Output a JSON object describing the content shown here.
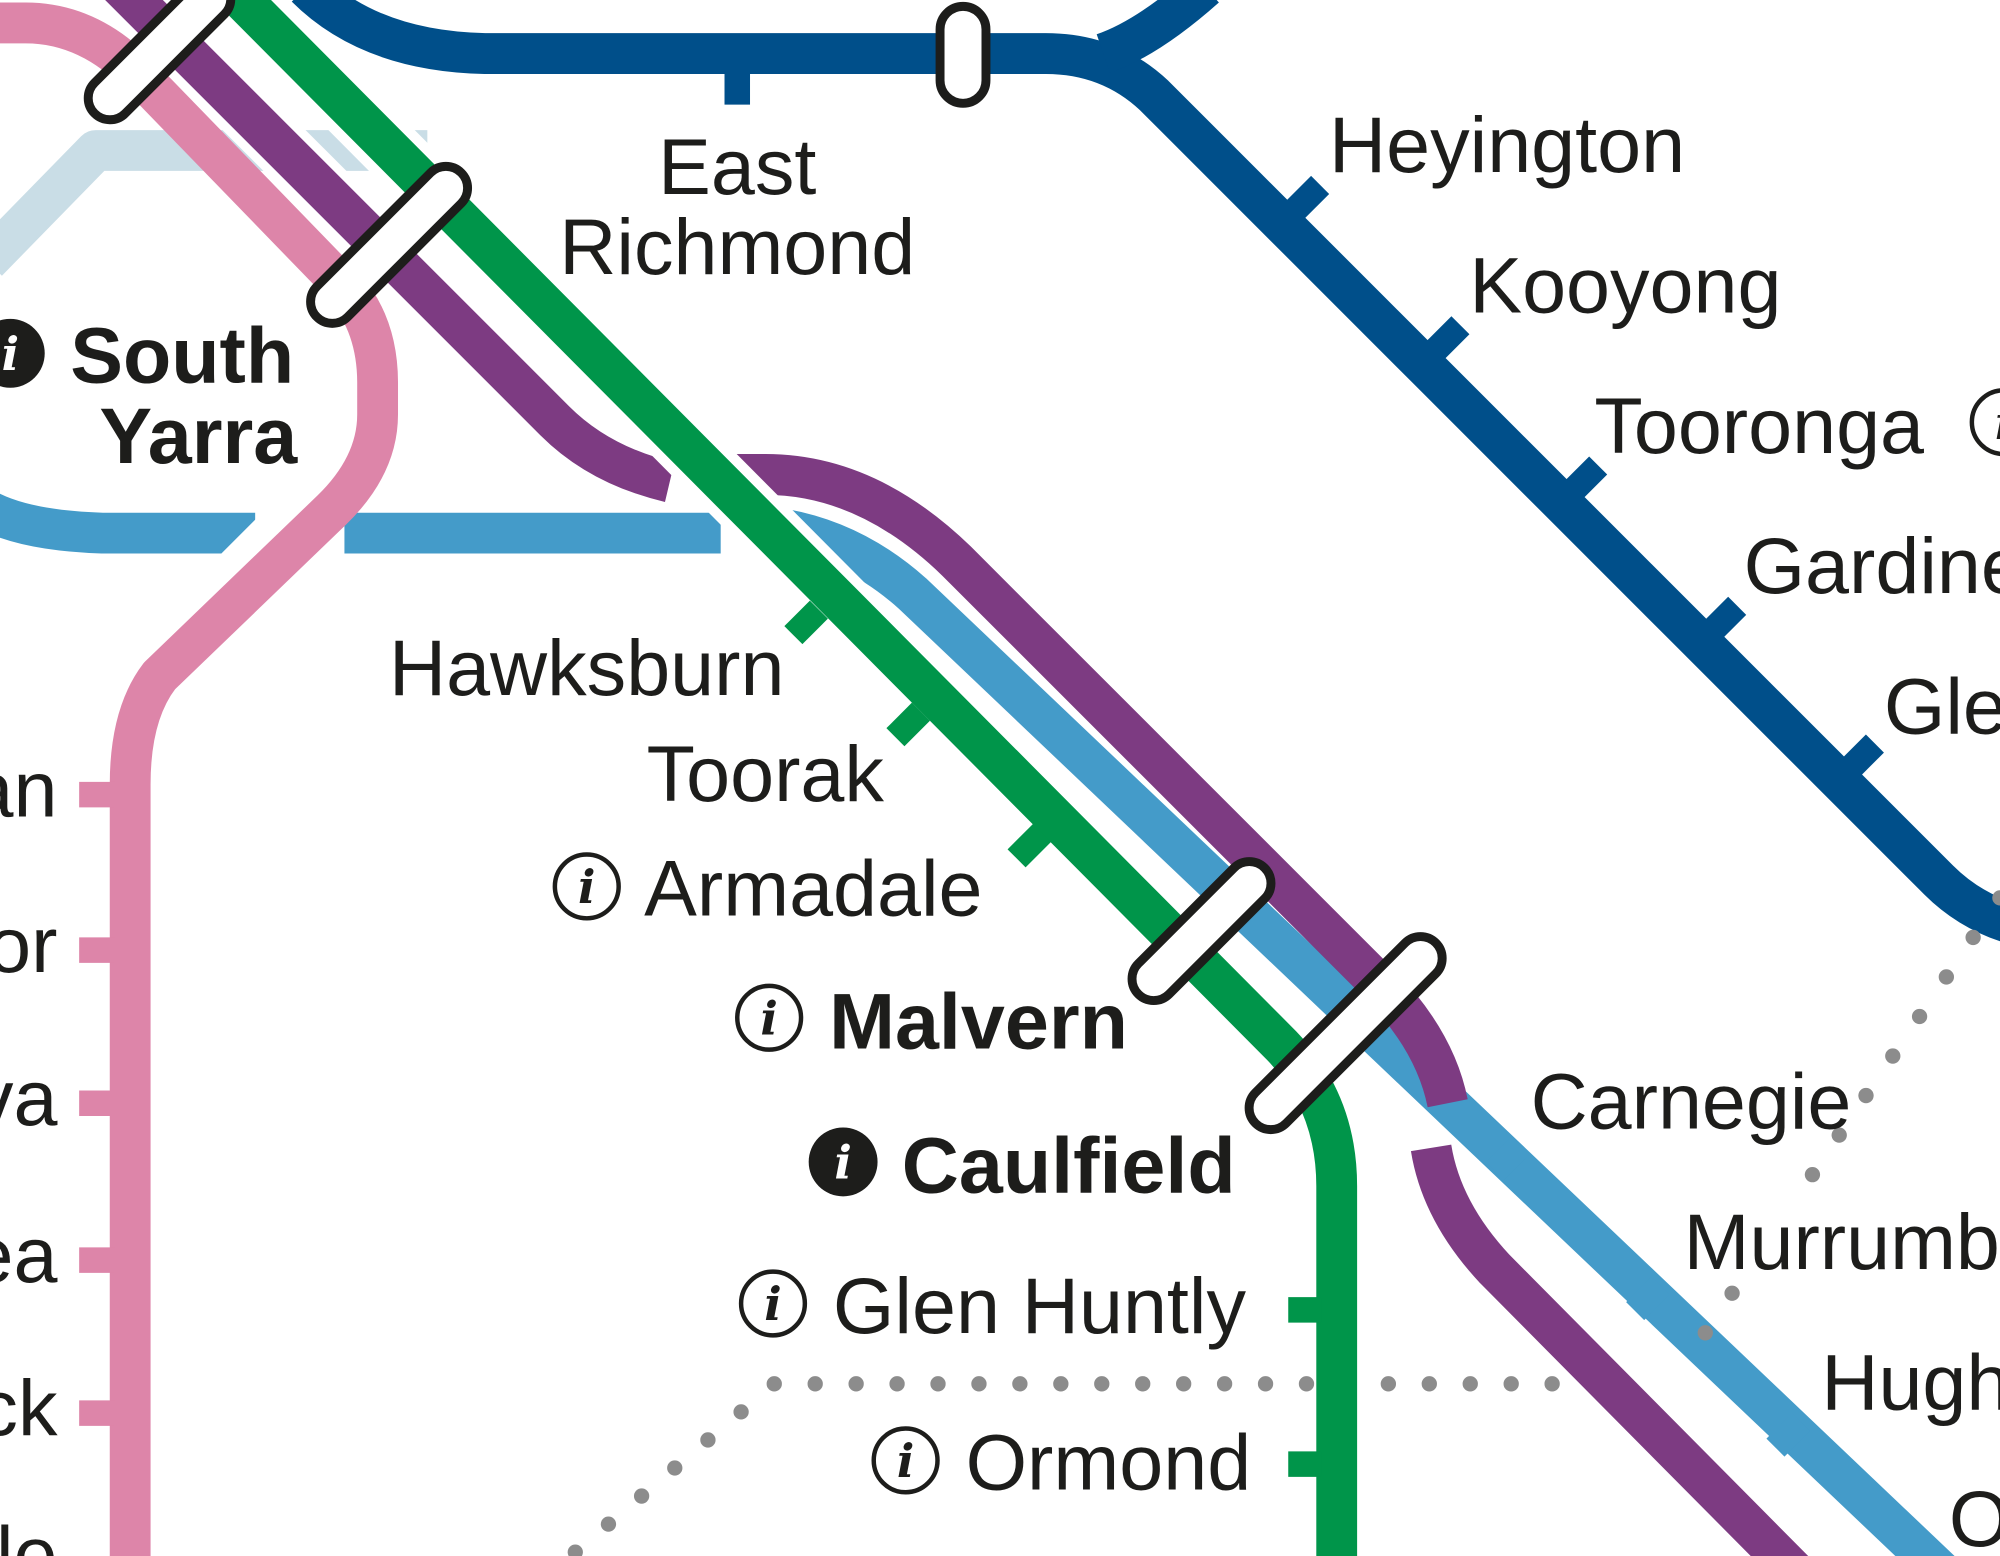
{
  "map": {
    "colors": {
      "dark_blue": "#004f8a",
      "green": "#00954a",
      "purple": "#7d3b82",
      "light_blue": "#449bc9",
      "pink": "#dd85a9",
      "faded_blue": "#c9dde6",
      "dots": "#8c8c8c",
      "text": "#1d1d1b"
    },
    "info_icon_glyph": "i",
    "stations": {
      "east_richmond": [
        "East",
        "Richmond"
      ],
      "heyington": "Heyington",
      "kooyong": "Kooyong",
      "tooronga": "Tooronga",
      "gardiner": "Gardiner",
      "glen_iris": "Glen Iris",
      "south_yarra": [
        "South",
        "Yarra"
      ],
      "hawksburn": "Hawksburn",
      "toorak": "Toorak",
      "armadale": "Armadale",
      "malvern": "Malvern",
      "caulfield": "Caulfield",
      "glen_huntly": "Glen Huntly",
      "ormond": "Ormond",
      "carnegie": "Carnegie",
      "murrumbeena": "Murrumbeena",
      "hughesdale": "Hughesdale",
      "oakleigh": "Oakleigh",
      "left_column": [
        "Prahran",
        "Windsor",
        "Balaclava",
        "Ripponlea",
        "Elsternwick",
        "Gardenvale"
      ]
    }
  }
}
